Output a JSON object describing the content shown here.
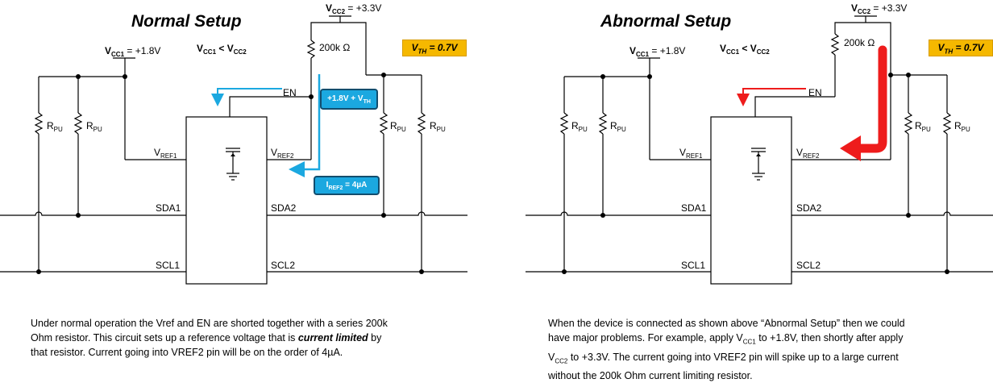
{
  "left": {
    "title": "Normal Setup",
    "vcc1_sym": "V",
    "vcc1_sub": "CC1",
    "vcc1_val": " = +1.8V",
    "vcc2_sym": "V",
    "vcc2_sub": "CC2",
    "vcc2_val": " = +3.3V",
    "cmp_a": "V",
    "cmp_a_sub": "CC1",
    "cmp_op": " < ",
    "cmp_b": "V",
    "cmp_b_sub": "CC2",
    "resistor": "200k Ω",
    "rpu": "R",
    "rpu_sub": "PU",
    "en": "EN",
    "vref1": "V",
    "vref1_sub": "REF1",
    "vref2": "V",
    "vref2_sub": "REF2",
    "sda1": "SDA1",
    "sda2": "SDA2",
    "scl1": "SCL1",
    "scl2": "SCL2",
    "bubble1_a": "+1.8V + V",
    "bubble1_sub": "TH",
    "bubble2_a": "I",
    "bubble2_sub": "REF2",
    "bubble2_b": " = 4µA",
    "vth_a": "V",
    "vth_sub": "TH",
    "vth_b": " = 0.7V",
    "desc_1": "Under normal operation the Vref and EN are shorted together with a series 200k",
    "desc_2a": "Ohm resistor.  This circuit sets up a reference voltage that is ",
    "desc_2b": "current limited",
    "desc_2c": " by",
    "desc_3": "that resistor.  Current going into VREF2 pin will be on the order of 4µA."
  },
  "right": {
    "title": "Abnormal Setup",
    "vcc1_sym": "V",
    "vcc1_sub": "CC1",
    "vcc1_val": " = +1.8V",
    "vcc2_sym": "V",
    "vcc2_sub": "CC2",
    "vcc2_val": " = +3.3V",
    "cmp_a": "V",
    "cmp_a_sub": "CC1",
    "cmp_op": " < ",
    "cmp_b": "V",
    "cmp_b_sub": "CC2",
    "resistor": "200k Ω",
    "rpu": "R",
    "rpu_sub": "PU",
    "en": "EN",
    "vref1": "V",
    "vref1_sub": "REF1",
    "vref2": "V",
    "vref2_sub": "REF2",
    "sda1": "SDA1",
    "sda2": "SDA2",
    "scl1": "SCL1",
    "scl2": "SCL2",
    "vth_a": "V",
    "vth_sub": "TH",
    "vth_b": " = 0.7V",
    "desc_1": "When the device is connected as shown above “Abnormal Setup” then we could",
    "desc_2a": "have major problems. For example, apply V",
    "desc_2sub": "CC1",
    "desc_2b": " to +1.8V, then shortly after apply",
    "desc_3a": "V",
    "desc_3sub": "CC2",
    "desc_3b": " to +3.3V.   The current going into VREF2 pin will spike up to a large current",
    "desc_4": "without the 200k Ohm current limiting resistor."
  },
  "colors": {
    "current_arrow": "#1ba8e0",
    "fault_arrow": "#ee1c1c",
    "vth_badge": "#f5b800"
  }
}
